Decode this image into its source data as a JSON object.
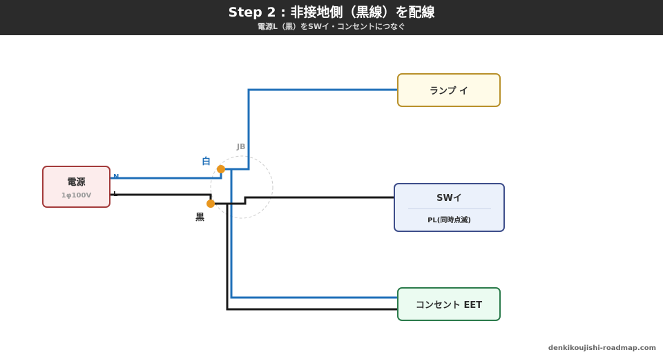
{
  "header": {
    "title": "Step 2 : 非接地側（黒線）を配線",
    "subtitle": "電源L（黒）をSWイ・コンセントにつなぐ"
  },
  "power_source": {
    "title": "電源",
    "subtitle": "1φ100V",
    "terminal_n": "N",
    "terminal_l": "L"
  },
  "junction_box": {
    "label": "JB",
    "white_label": "白",
    "black_label": "黒"
  },
  "lamp": {
    "title": "ランプ イ"
  },
  "switch": {
    "title": "SWイ",
    "subtitle": "PL(同時点滅)"
  },
  "outlet": {
    "title": "コンセント EET"
  },
  "footer": {
    "site": "denkikoujishi-roadmap.com"
  },
  "colors": {
    "header_bg": "#2b2b2b",
    "white_wire": "#1f6fb8",
    "black_wire": "#1a1a1a",
    "connector": "#e8961e",
    "power_border": "#a33a3a",
    "power_fill": "#fcecec",
    "lamp_border": "#b8902a",
    "lamp_fill": "#fffbe8",
    "switch_border": "#3d4d8a",
    "switch_fill": "#ebf1fb",
    "outlet_border": "#2a7a4a",
    "outlet_fill": "#ebfbf1"
  }
}
